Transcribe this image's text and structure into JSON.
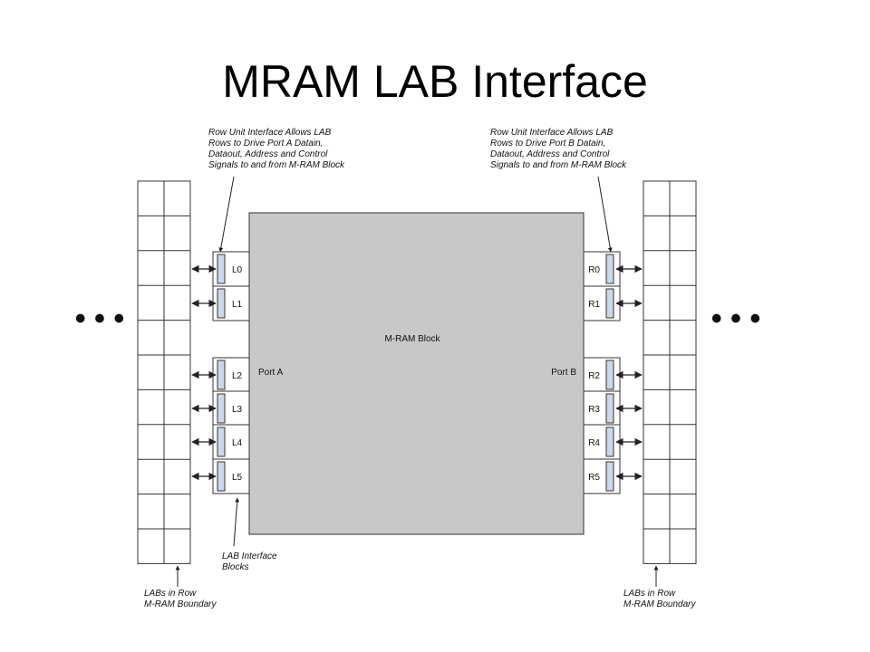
{
  "title": "MRAM LAB Interface",
  "diagram": {
    "top_left_note": [
      "Row Unit Interface Allows LAB",
      "Rows to Drive Port A Datain,",
      "Dataout, Address and Control",
      "Signals to and from M-RAM Block"
    ],
    "top_right_note": [
      "Row Unit Interface Allows LAB",
      "Rows to Drive Port B Datain,",
      "Dataout, Address and Control",
      "Signals to and from M-RAM Block"
    ],
    "block_label": "M-RAM Block",
    "port_a": "Port A",
    "port_b": "Port B",
    "left_interfaces": [
      "L0",
      "L1",
      "L2",
      "L3",
      "L4",
      "L5"
    ],
    "right_interfaces": [
      "R0",
      "R1",
      "R2",
      "R3",
      "R4",
      "R5"
    ],
    "interface_blocks_note": [
      "LAB Interface",
      "Blocks"
    ],
    "bottom_left_note": [
      "LABs in Row",
      "M-RAM Boundary"
    ],
    "bottom_right_note": [
      "LABs in Row",
      "M-RAM Boundary"
    ],
    "ellipsis": "• • •",
    "colors": {
      "block_fill": "#c8c8c8",
      "connector_fill": "#c9d9ea",
      "line": "#333333"
    }
  }
}
